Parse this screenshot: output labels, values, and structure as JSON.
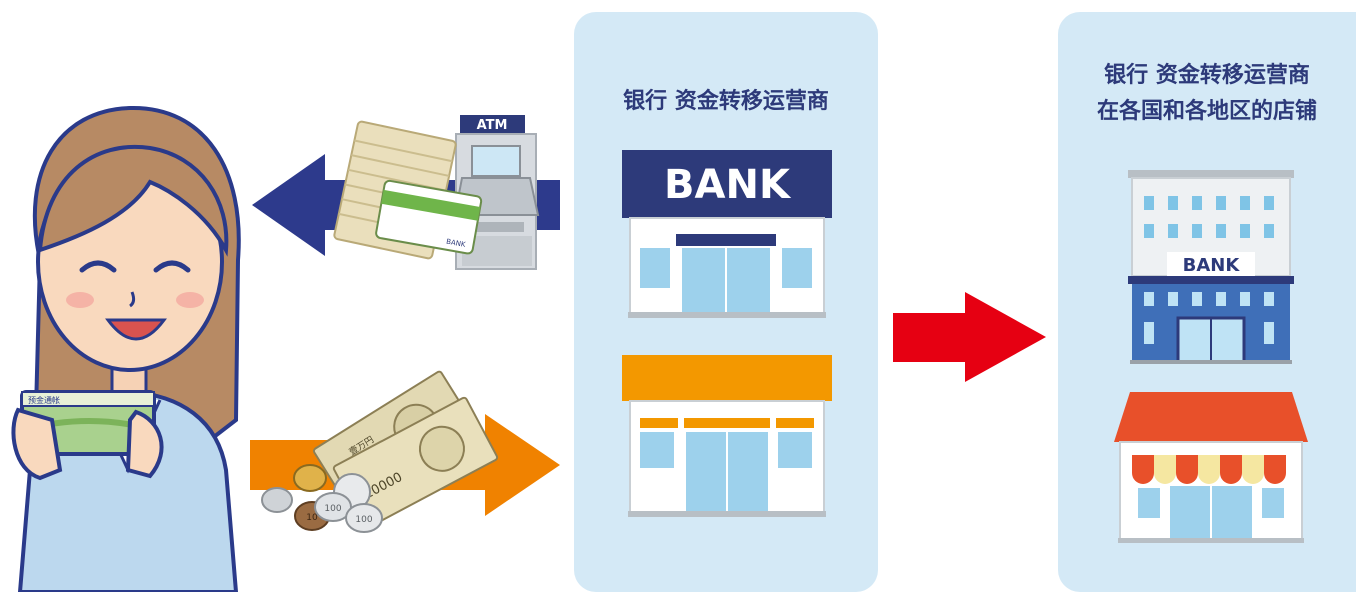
{
  "panels": {
    "middle": {
      "title": "银行 资金转移运营商"
    },
    "right": {
      "title_line1": "银行 资金转移运营商",
      "title_line2": "在各国和各地区的店铺"
    }
  },
  "labels": {
    "atm_sign": "ATM",
    "bank_sign_large": "BANK",
    "bank_sign_small": "BANK",
    "passbook_label": "预金通帐",
    "card_label": "BANK",
    "banknote_value": "10000",
    "banknote_kanji": "壹万円",
    "coin_100": "100",
    "coin_10": "10"
  },
  "colors": {
    "panel_bg": "#d4e9f6",
    "title_text": "#2d3a7a",
    "bank_navy": "#2d3a7a",
    "arrow_blue": "#2d3a8c",
    "arrow_red": "#e60012",
    "arrow_orange": "#f08200",
    "store_orange": "#f39800",
    "shop_roof": "#e8502a",
    "building_blue": "#3f6fb8"
  },
  "icons": [
    "woman-with-passbook-icon",
    "atm-icon",
    "passbook-icon",
    "bank-card-icon",
    "bank-branch-icon",
    "convenience-store-icon",
    "office-bank-building-icon",
    "shop-icon",
    "banknotes-icon",
    "coins-icon"
  ]
}
